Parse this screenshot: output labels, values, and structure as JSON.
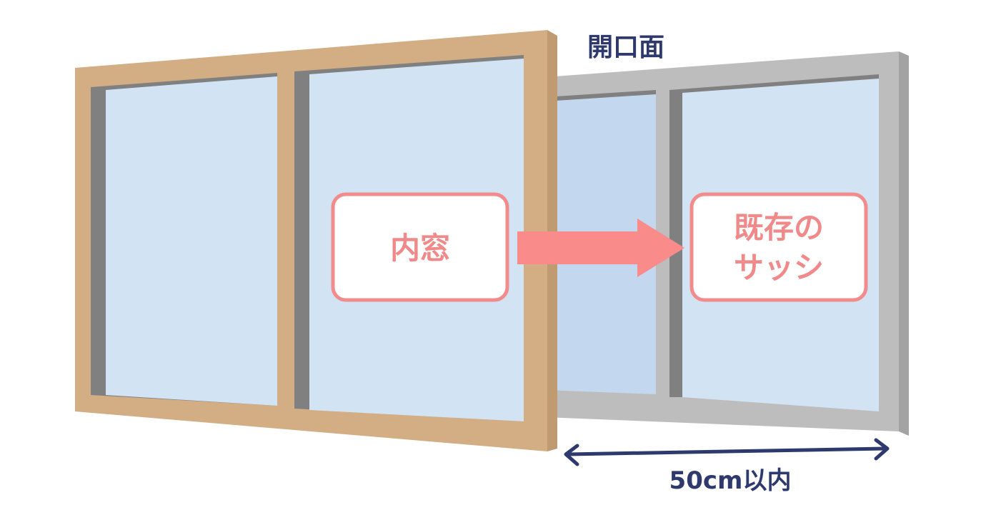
{
  "labels": {
    "opening_face": "開口面",
    "inner_window": "内窓",
    "existing_sash_line1": "既存の",
    "existing_sash_line2": "サッシ",
    "distance": "50cm以内"
  },
  "colors": {
    "wood_frame": "#d3ae84",
    "wood_frame_side": "#c09a70",
    "existing_frame": "#bdbdbd",
    "existing_frame_side": "#a3a3a3",
    "frame_inner_shadow": "#808080",
    "glass_light": "#d2e4f4",
    "glass_mid": "#c3d8ee",
    "glass_deep": "#a8cbea",
    "inner_sash_frame": "#9fb3c6",
    "callout_border": "#f28b8b",
    "callout_text": "#f08a8a",
    "arrow": "#f98b8b",
    "label_navy": "#2e3a6e"
  },
  "icons": {
    "pointer_arrow": "right-arrow-icon",
    "dimension_arrow": "double-headed-arrow-icon"
  }
}
